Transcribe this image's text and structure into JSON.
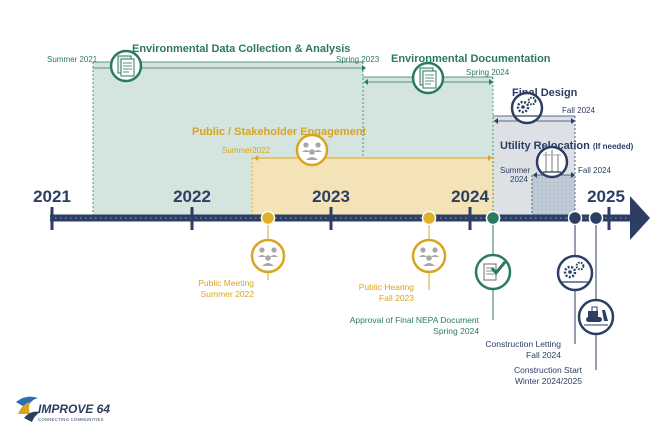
{
  "timeline": {
    "years": [
      "2021",
      "2022",
      "2023",
      "2024",
      "2025"
    ]
  },
  "phases": {
    "env_data": {
      "title": "Environmental Data Collection & Analysis",
      "start": "Summer 2021",
      "end": "Spring 2023",
      "color": "#2b7a5e"
    },
    "env_doc": {
      "title": "Environmental Documentation",
      "end": "Spring 2024",
      "color": "#2b7a5e"
    },
    "public": {
      "title": "Public / Stakeholder Engagement",
      "start": "Summer2022",
      "color": "#d9a520"
    },
    "final_design": {
      "title": "Final Design",
      "end": "Fall 2024",
      "color": "#2c3e63"
    },
    "utility": {
      "title": "Utility Relocation",
      "note": "(If needed)",
      "start_season": "Summer",
      "start_year": "2024",
      "end": "Fall 2024",
      "color": "#2c3e63"
    }
  },
  "milestones": {
    "public_meeting": {
      "title": "Public Meeting",
      "date": "Summer 2022"
    },
    "public_hearing": {
      "title": "Public Hearing",
      "date": "Fall 2023"
    },
    "nepa": {
      "title": "Approval of Final NEPA Document",
      "date": "Spring 2024"
    },
    "letting": {
      "title": "Construction Letting",
      "date": "Fall 2024"
    },
    "start": {
      "title": "Construction Start",
      "date": "Winter 2024/2025"
    }
  },
  "logo": {
    "name": "IMPROVE 64",
    "tagline": "CONNECTING COMMUNITIES"
  },
  "colors": {
    "navy": "#2c3e63",
    "green": "#2b7a5e",
    "gold": "#d9a520",
    "green_fill": "#d4e4df",
    "gold_fill": "#f3e3b6",
    "gray_fill": "#dde1e6"
  }
}
